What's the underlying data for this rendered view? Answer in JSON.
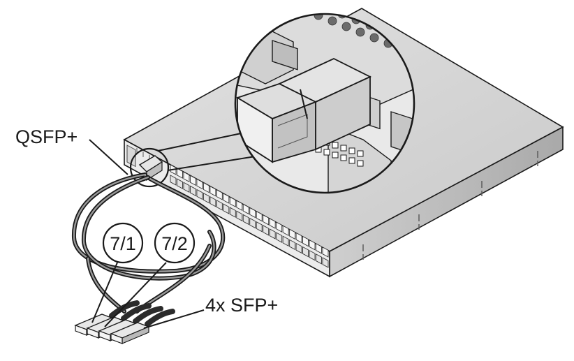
{
  "labels": {
    "qsfp": "QSFP+",
    "sfp": "4x SFP+",
    "port_a": "7/1",
    "port_b": "7/2"
  },
  "colors": {
    "chassis_top": "#d3d3d3",
    "chassis_right": "#bdbdbd",
    "chassis_front": "#eeeeee",
    "outline": "#1a1a1a",
    "cable": "#3a3a3a",
    "zoom_fill": "#f2f2f2",
    "background": "#ffffff"
  },
  "diagram": {
    "front_port_count": 24,
    "sfp_connector_count": 4
  }
}
